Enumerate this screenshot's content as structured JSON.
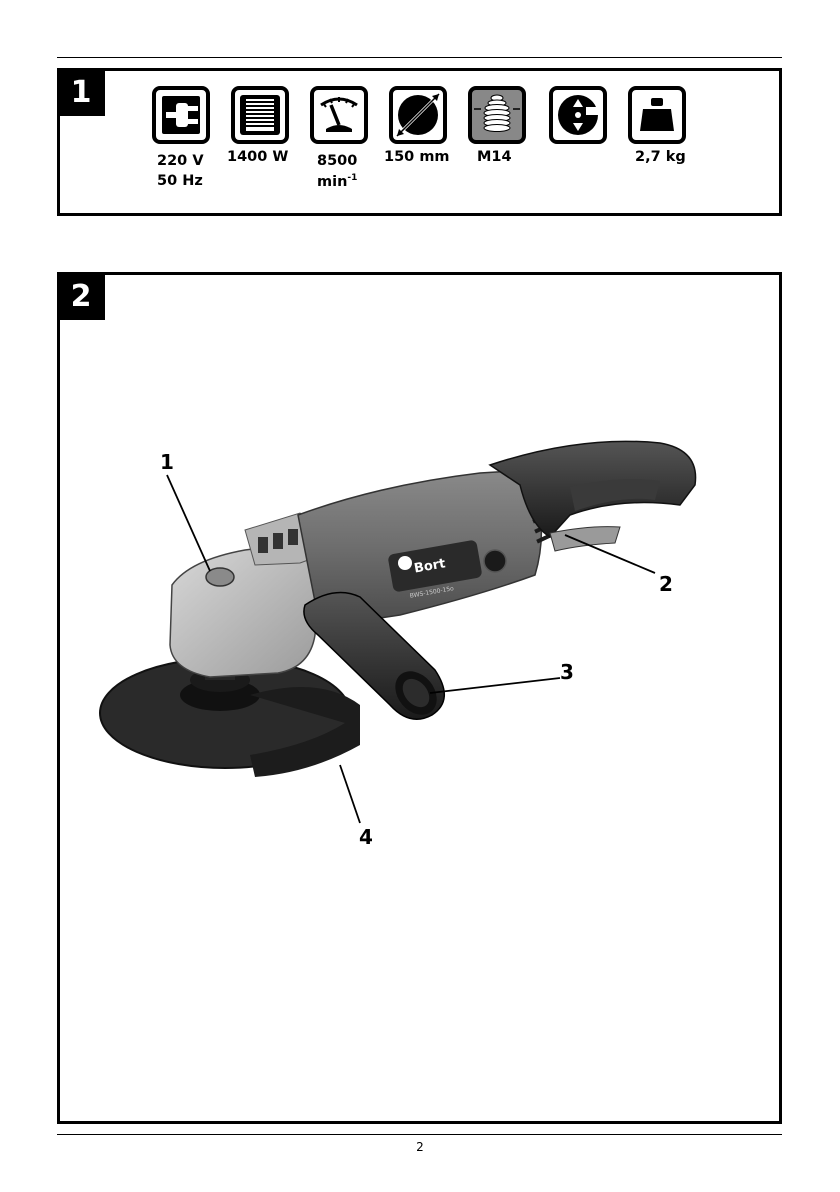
{
  "page": {
    "number": "2"
  },
  "panel_1": {
    "badge": "1",
    "specs": [
      {
        "icon": "power-plug-icon",
        "line1": "220 V",
        "line2": "50 Hz"
      },
      {
        "icon": "motor-coil-icon",
        "line1": "1400 W"
      },
      {
        "icon": "speed-gauge-icon",
        "line1": "8500",
        "line2_base": "min",
        "line2_sup": "-1"
      },
      {
        "icon": "disc-diameter-icon",
        "line1": "150 mm"
      },
      {
        "icon": "spindle-thread-icon",
        "line1": "M14"
      },
      {
        "icon": "double-insulation-icon",
        "line1": ""
      },
      {
        "icon": "weight-icon",
        "line1": "2,7 kg"
      }
    ]
  },
  "panel_2": {
    "badge": "2",
    "brand": "Bort",
    "model": "BWS-1500-15o",
    "callouts": [
      "1",
      "2",
      "3",
      "4"
    ]
  }
}
